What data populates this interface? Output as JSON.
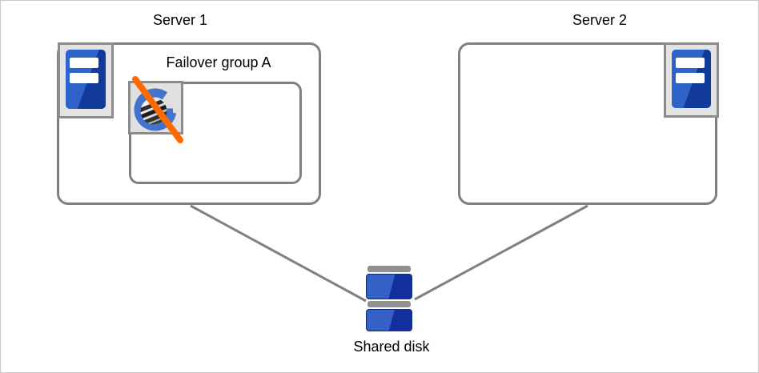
{
  "diagram": {
    "server1": {
      "label": "Server 1",
      "icon": "server-icon"
    },
    "server2": {
      "label": "Server 2",
      "icon": "server-icon"
    },
    "failover_group": {
      "label": "Failover group A",
      "icon": "group-stopped-icon",
      "state": "stopped"
    },
    "shared_disk": {
      "label": "Shared disk",
      "icon": "shared-disk-icon"
    },
    "connections": [
      {
        "from": "server1",
        "to": "shared_disk"
      },
      {
        "from": "server2",
        "to": "shared_disk"
      }
    ],
    "colors": {
      "box_border": "#808080",
      "icon_plate_bg": "#e3e3e3",
      "icon_plate_border": "#8c8c8c",
      "server_blue_light": "#2e63c9",
      "server_blue_dark": "#123a9b",
      "group_ring_blue": "#4472cf",
      "stop_slash_orange": "#ff6a00",
      "disk_cap_gray": "#909090",
      "connector_gray": "#808080",
      "label_text": "#000000"
    }
  }
}
